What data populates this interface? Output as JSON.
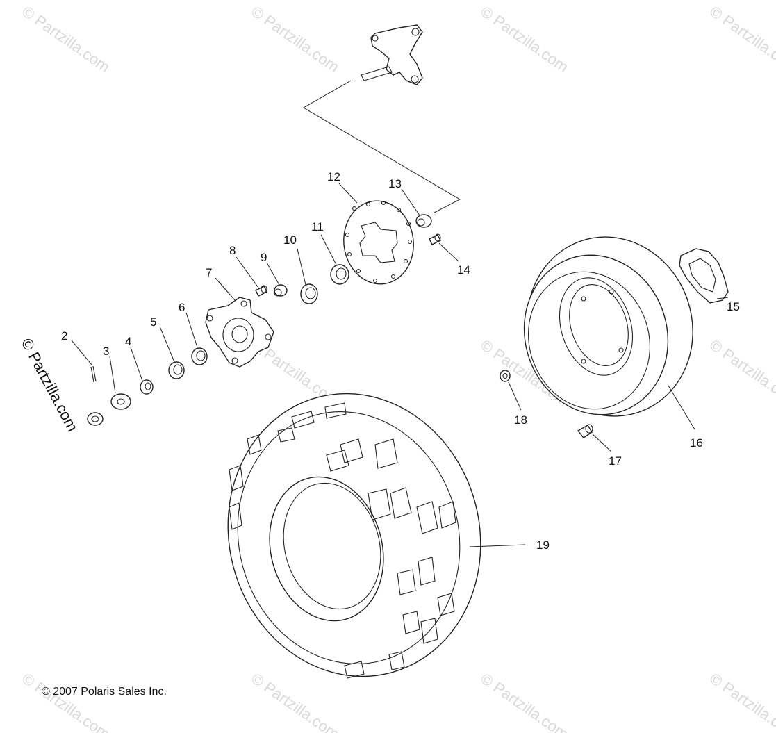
{
  "diagram": {
    "copyright": "© 2007 Polaris Sales Inc.",
    "watermark_text": "© Partzilla.com",
    "side_watermark": "© Partzilla.com",
    "callouts": {
      "c2": "2",
      "c3": "3",
      "c4": "4",
      "c5": "5",
      "c6": "6",
      "c7": "7",
      "c8": "8",
      "c9": "9",
      "c10": "10",
      "c11": "11",
      "c12": "12",
      "c13": "13",
      "c14": "14",
      "c15": "15",
      "c16": "16",
      "c17": "17",
      "c18": "18",
      "c19": "19"
    },
    "colors": {
      "line": "#222222",
      "watermark": "#d9d9d9",
      "background": "#ffffff"
    }
  }
}
